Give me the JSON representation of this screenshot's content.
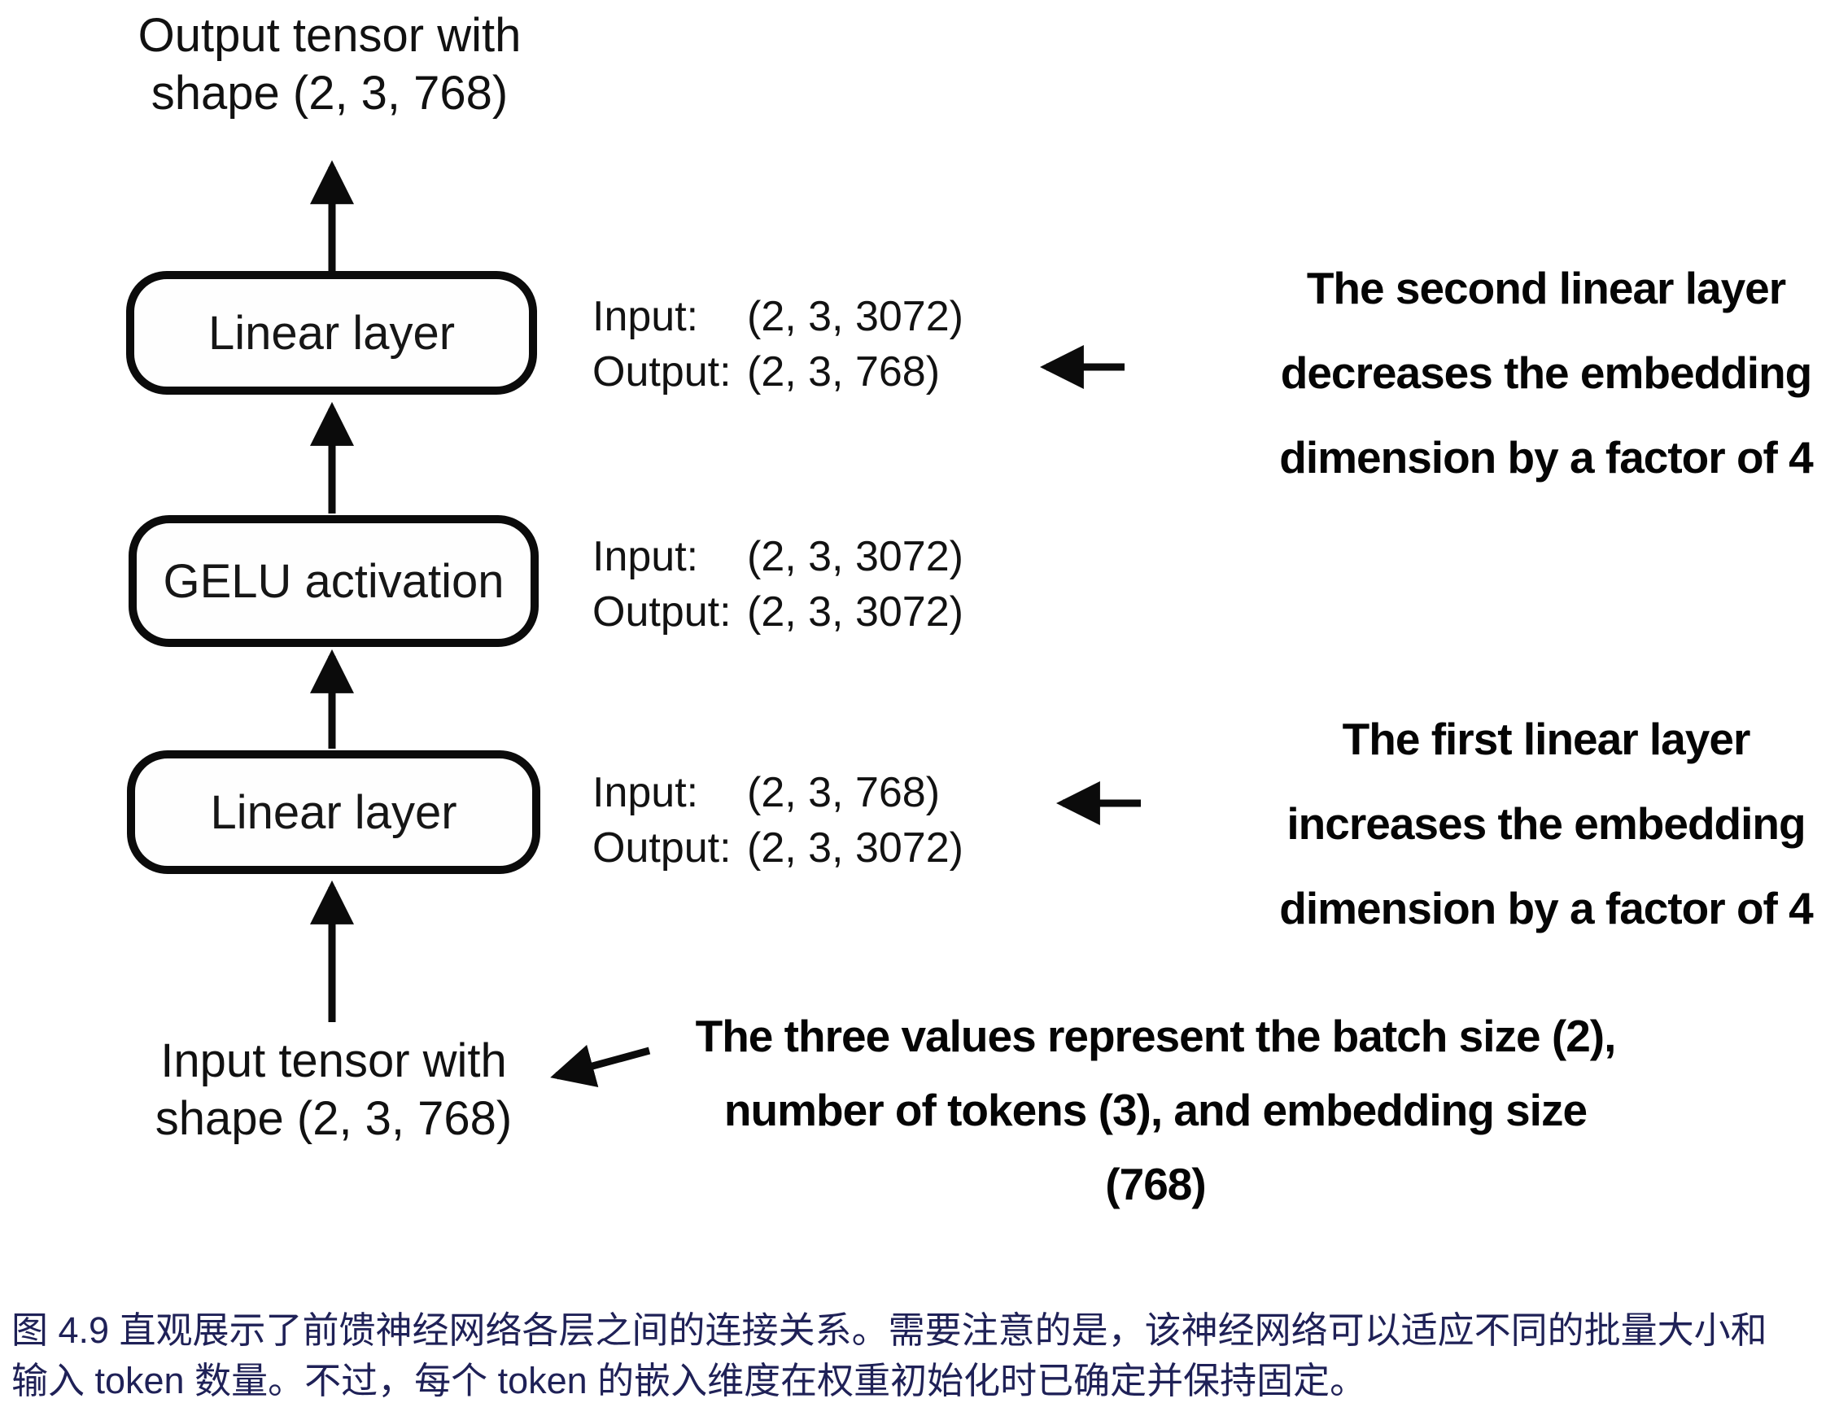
{
  "figure": {
    "output_tensor_label": [
      "Output tensor with",
      "shape (2, 3, 768)"
    ],
    "input_tensor_label": [
      "Input tensor with",
      "shape (2, 3, 768)"
    ],
    "boxes": [
      {
        "label": "Linear layer"
      },
      {
        "label": "GELU activation"
      },
      {
        "label": "Linear layer"
      }
    ],
    "io_labels": {
      "input": "Input:",
      "output": "Output:"
    },
    "shape_pairs": [
      {
        "input": "(2, 3, 3072)",
        "output": "(2, 3, 768)"
      },
      {
        "input": "(2, 3, 3072)",
        "output": "(2, 3, 3072)"
      },
      {
        "input": "(2, 3, 768)",
        "output": "(2, 3, 3072)"
      }
    ],
    "notes": {
      "second_linear": [
        "The second linear layer",
        "decreases the embedding",
        "dimension by a factor of 4"
      ],
      "first_linear": [
        "The first linear layer",
        "increases the embedding",
        "dimension by a factor of 4"
      ],
      "tensor_values": [
        "The three values represent the batch size (2),",
        "number of tokens (3), and embedding size",
        "(768)"
      ]
    }
  },
  "caption": {
    "lines": [
      "图 4.9 直观展示了前馈神经网络各层之间的连接关系。需要注意的是，该神经网络可以适应不同的批量大小和",
      "输入 token 数量。不过，每个 token 的嵌入维度在权重初始化时已确定并保持固定。"
    ]
  },
  "colors": {
    "diagram_ink": "#0b0b0b",
    "caption_text": "#1f2157",
    "background": "#ffffff"
  }
}
